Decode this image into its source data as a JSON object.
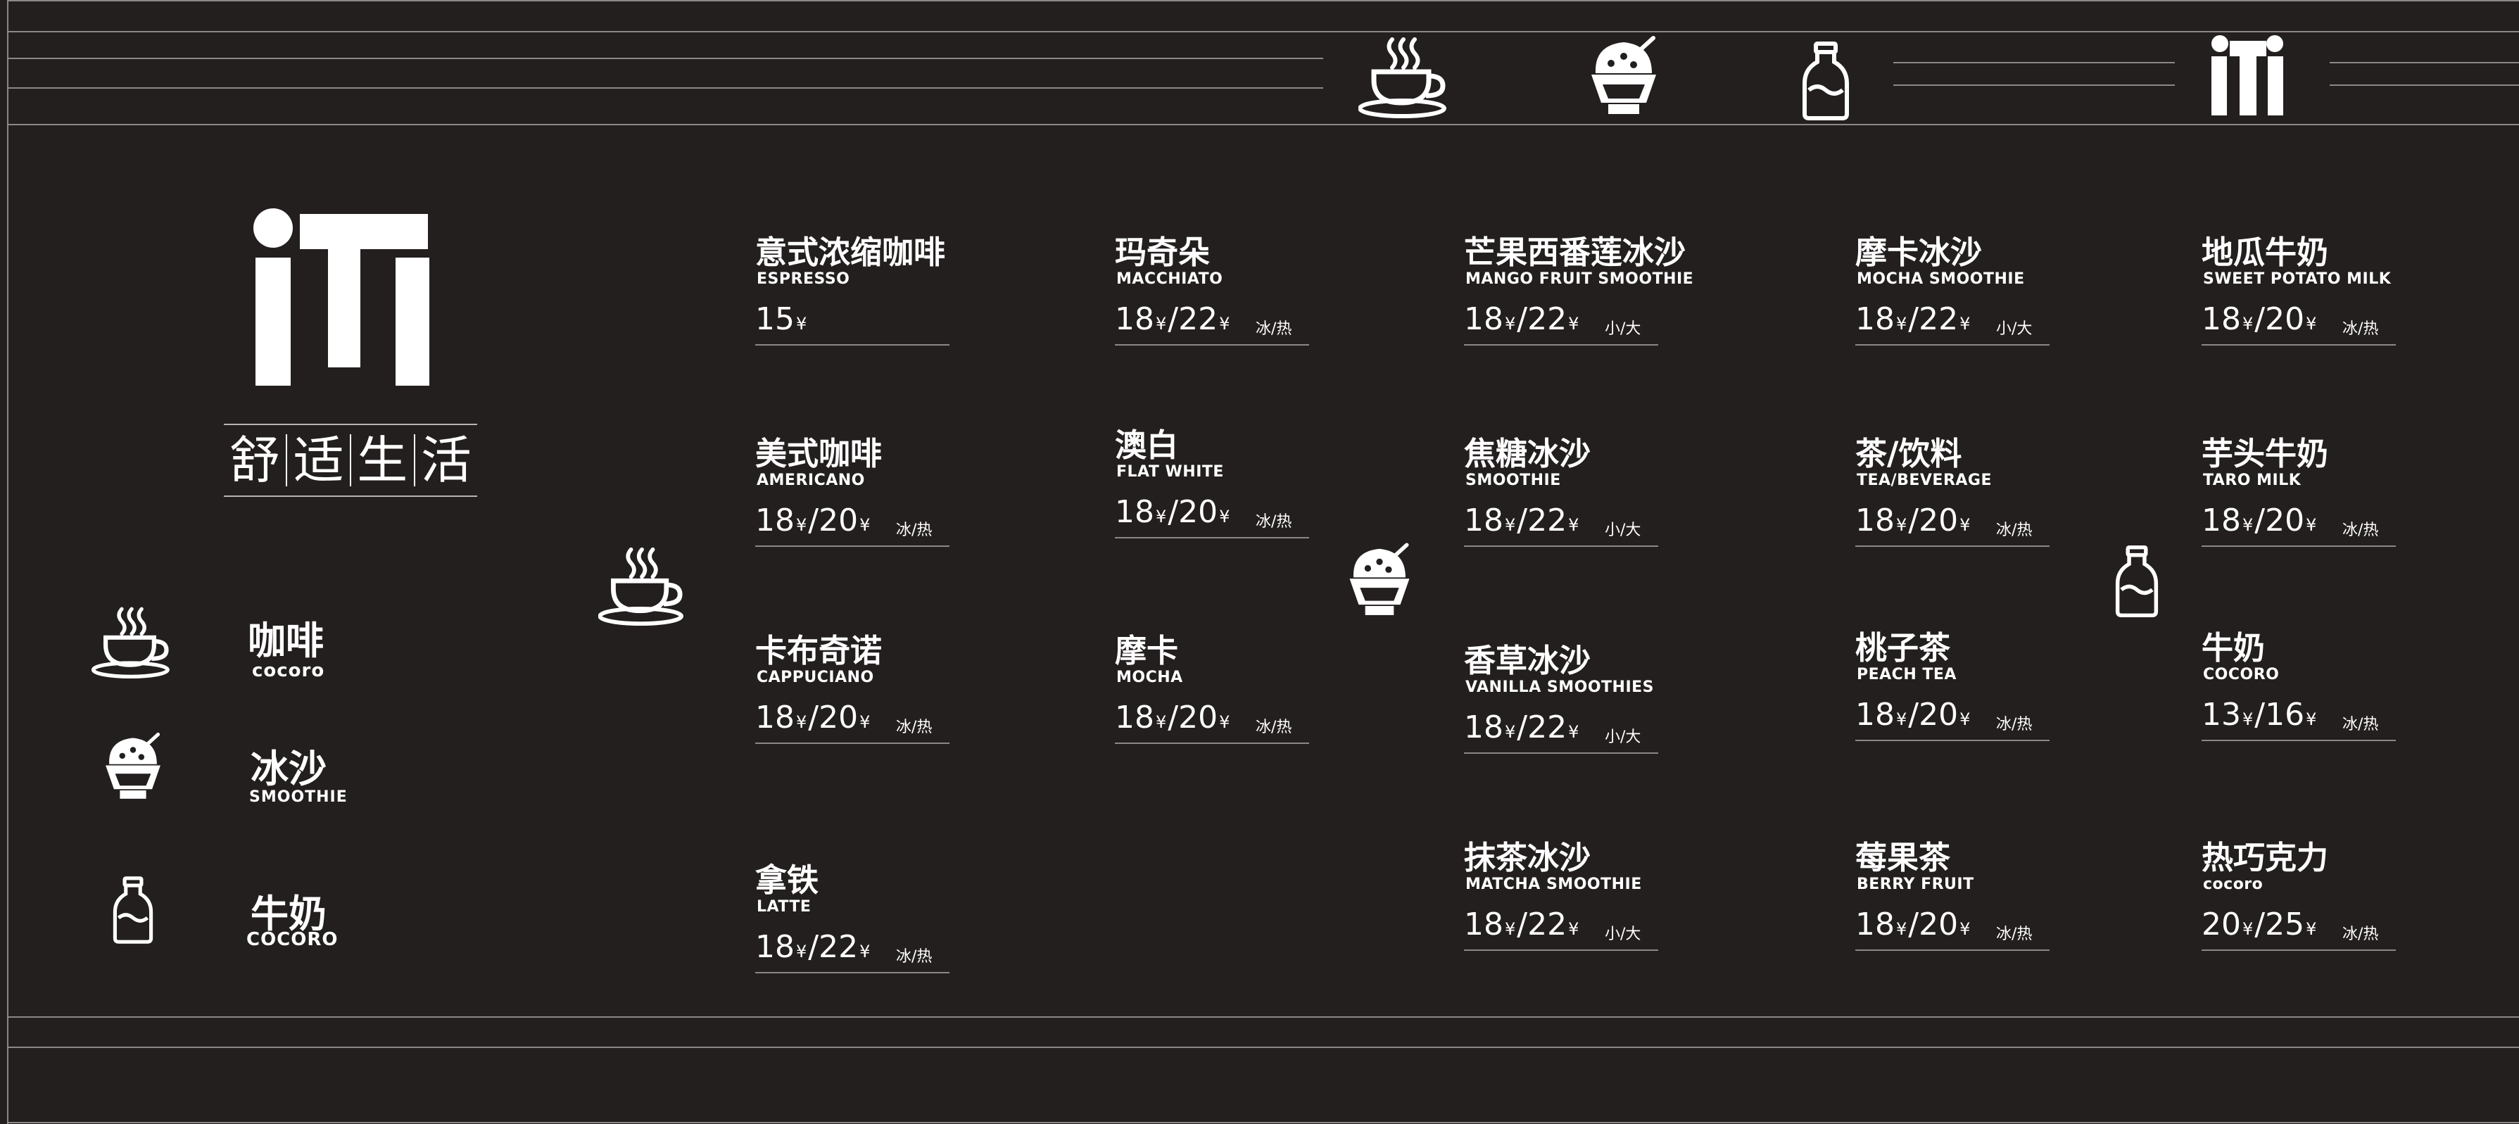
{
  "brand": {
    "logo_text": "iTi",
    "tagline": [
      "舒",
      "适",
      "生",
      "活"
    ]
  },
  "legend": [
    {
      "icon": "coffee-cup-icon",
      "name": "咖啡",
      "sub": "cocoro"
    },
    {
      "icon": "smoothie-cup-icon",
      "name": "冰沙",
      "sub": "SMOOTHIE"
    },
    {
      "icon": "milk-bottle-icon",
      "name": "牛奶",
      "sub": "COCORO"
    }
  ],
  "currency": "¥",
  "menu": {
    "coffee_a": [
      {
        "name": "意式浓缩咖啡",
        "en": "ESPRESSO",
        "prices": [
          "15"
        ],
        "option": ""
      },
      {
        "name": "美式咖啡",
        "en": "AMERICANO",
        "prices": [
          "18",
          "20"
        ],
        "option": "冰/热"
      },
      {
        "name": "卡布奇诺",
        "en": "CAPPUCIANO",
        "prices": [
          "18",
          "20"
        ],
        "option": "冰/热"
      },
      {
        "name": "拿铁",
        "en": "LATTE",
        "prices": [
          "18",
          "22"
        ],
        "option": "冰/热"
      }
    ],
    "coffee_b": [
      {
        "name": "玛奇朵",
        "en": "MACCHIATO",
        "prices": [
          "18",
          "22"
        ],
        "option": "冰/热"
      },
      {
        "name": "澳白",
        "en": "FLAT  WHITE",
        "prices": [
          "18",
          "20"
        ],
        "option": "冰/热"
      },
      {
        "name": "摩卡",
        "en": "MOCHA",
        "prices": [
          "18",
          "20"
        ],
        "option": "冰/热"
      }
    ],
    "smoothie_a": [
      {
        "name": "芒果西番莲冰沙",
        "en": "MANGO  FRUIT  SMOOTHIE",
        "prices": [
          "18",
          "22"
        ],
        "option": "小/大"
      },
      {
        "name": "焦糖冰沙",
        "en": "SMOOTHIE",
        "prices": [
          "18",
          "22"
        ],
        "option": "小/大"
      },
      {
        "name": "香草冰沙",
        "en": "VANILLA SMOOTHIES",
        "prices": [
          "18",
          "22"
        ],
        "option": "小/大"
      },
      {
        "name": "抹茶冰沙",
        "en": "MATCHA  SMOOTHIE",
        "prices": [
          "18",
          "22"
        ],
        "option": "小/大"
      }
    ],
    "smoothie_b": [
      {
        "name": "摩卡冰沙",
        "en": "MOCHA  SMOOTHIE",
        "prices": [
          "18",
          "22"
        ],
        "option": "小/大"
      },
      {
        "name": "茶/饮料",
        "en": "TEA/BEVERAGE",
        "prices": [
          "18",
          "20"
        ],
        "option": "冰/热"
      },
      {
        "name": "桃子茶",
        "en": "PEACH TEA",
        "prices": [
          "18",
          "20"
        ],
        "option": "冰/热"
      },
      {
        "name": "莓果茶",
        "en": "BERRY FRUIT",
        "prices": [
          "18",
          "20"
        ],
        "option": "冰/热"
      }
    ],
    "milk": [
      {
        "name": "地瓜牛奶",
        "en": "SWEET POTATO MILK",
        "prices": [
          "18",
          "20"
        ],
        "option": "冰/热"
      },
      {
        "name": "芋头牛奶",
        "en": "TARO MILK",
        "prices": [
          "18",
          "20"
        ],
        "option": "冰/热"
      },
      {
        "name": "牛奶",
        "en": "COCORO",
        "prices": [
          "13",
          "16"
        ],
        "option": "冰/热"
      },
      {
        "name": "热巧克力",
        "en": "cocoro",
        "prices": [
          "20",
          "25"
        ],
        "option": "冰/热"
      }
    ]
  },
  "colors": {
    "background": "#231f1e",
    "text": "#ffffff",
    "rule": "#8c8887"
  }
}
